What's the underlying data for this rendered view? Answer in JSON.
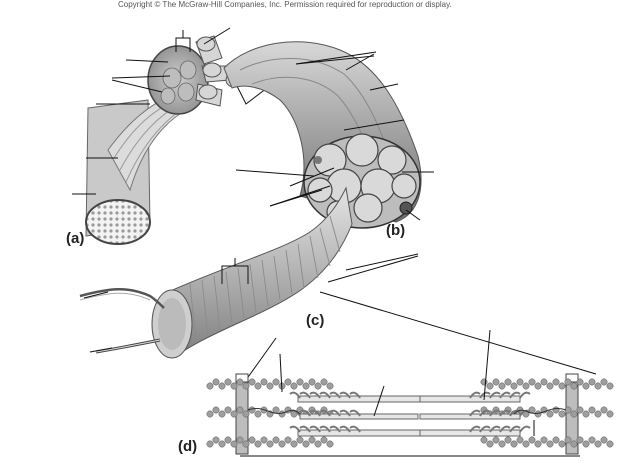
{
  "copyright": "Copyright © The McGraw-Hill Companies, Inc. Permission required for reproduction or display.",
  "panel_labels": {
    "a": "(a)",
    "b": "(b)",
    "c": "(c)",
    "d": "(d)"
  }
}
